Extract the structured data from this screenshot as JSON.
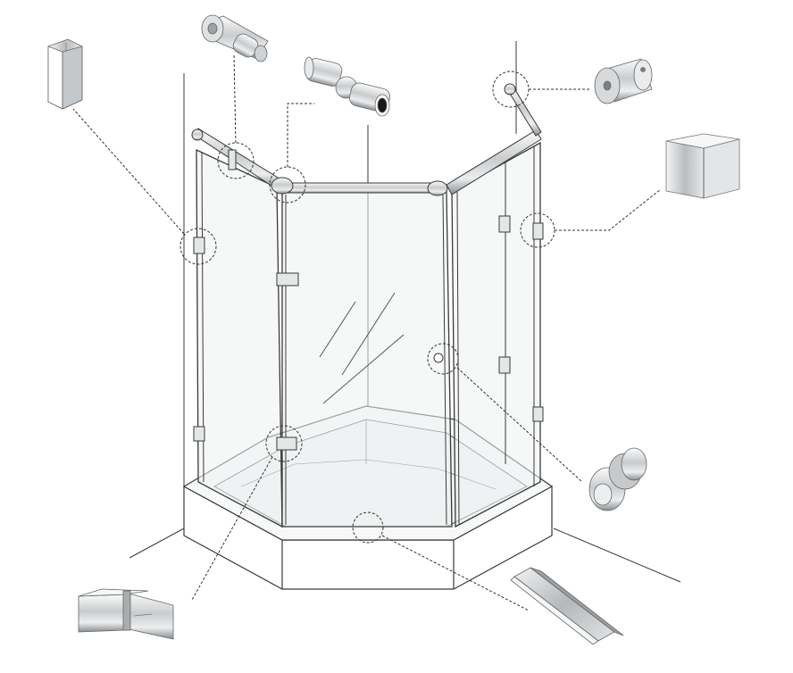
{
  "diagram": {
    "kind": "exploded-view",
    "subject": "shower-enclosure",
    "colors": {
      "line": "#3a3a3a",
      "glass_fill": "#eef2f3",
      "metal_light": "#f2f2f2",
      "metal_mid": "#c9ccce",
      "metal_dark": "#8a8e91",
      "leader": "#333333"
    },
    "components": [
      {
        "id": "hinge-wall-glass",
        "icon": "wall-to-glass-hinge"
      },
      {
        "id": "rod-connector-swivel",
        "icon": "swivel-rod-connector"
      },
      {
        "id": "rod-connector-elbow",
        "icon": "elbow-rod-connector"
      },
      {
        "id": "rod-wall-end-cap",
        "icon": "rod-end-cap"
      },
      {
        "id": "clamp-glass-glass",
        "icon": "glass-to-glass-clamp"
      },
      {
        "id": "door-knob",
        "icon": "door-knob"
      },
      {
        "id": "seal-strip",
        "icon": "bottom-seal-strip"
      },
      {
        "id": "hinge-glass-glass-180",
        "icon": "glass-to-glass-hinge"
      }
    ]
  }
}
